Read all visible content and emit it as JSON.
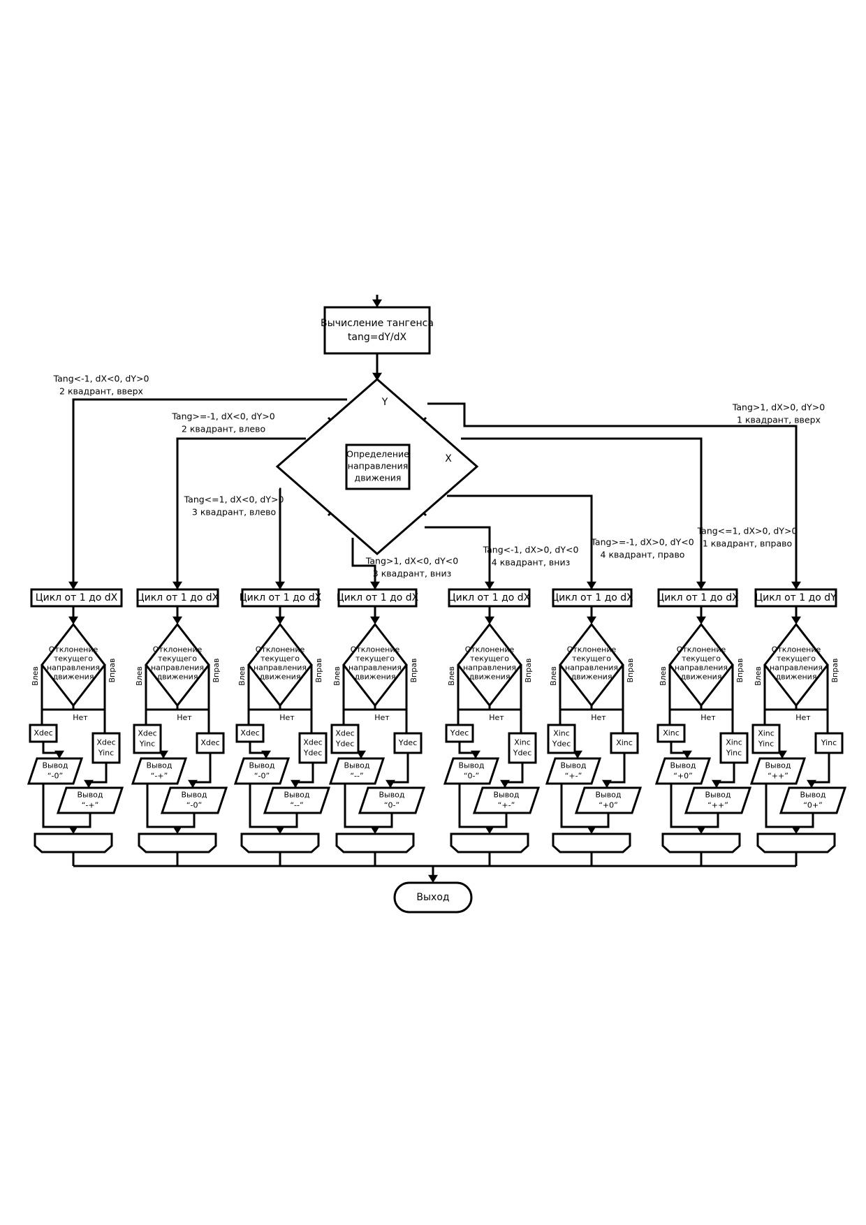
{
  "start": {
    "label_lines": [
      "Вычисление тангенса",
      "tang=dY/dX"
    ]
  },
  "dispatcher": {
    "label_lines": [
      "Определение",
      "направления",
      "движения"
    ],
    "axis_x": "X",
    "axis_y": "Y"
  },
  "branches": [
    {
      "condition": [
        "Tang<-1, dX<0, dY>0",
        "2 квадрант, вверх"
      ],
      "loop": "Цикл от 1 до dX",
      "decision": [
        "Отклонение",
        "текущего",
        "направления",
        "движения"
      ],
      "left_label": "Влев",
      "right_label": "Вправ",
      "no_label": "Нет",
      "left_action": [
        "Xdec"
      ],
      "right_action": [
        "Xdec",
        "Yinc"
      ],
      "left_output": [
        "Вывод",
        "“-0”"
      ],
      "right_output": [
        "Вывод",
        "“-+”"
      ]
    },
    {
      "condition": [
        "Tang>=-1, dX<0, dY>0",
        "2 квадрант, влево"
      ],
      "loop": "Цикл от 1 до dX",
      "decision": [
        "Отклонение",
        "текущего",
        "направления",
        "движения"
      ],
      "left_label": "Влев",
      "right_label": "Вправ",
      "no_label": "Нет",
      "left_action": [
        "Xdec",
        "Yinc"
      ],
      "right_action": [
        "Xdec"
      ],
      "left_output": [
        "Вывод",
        "“-+”"
      ],
      "right_output": [
        "Вывод",
        "“-0”"
      ]
    },
    {
      "condition": [
        "Tang<=1, dX<0, dY>0",
        "3 квадрант, влево"
      ],
      "loop": "Цикл от 1 до dX",
      "decision": [
        "Отклонение",
        "текущего",
        "направления",
        "движения"
      ],
      "left_label": "Влев",
      "right_label": "Вправ",
      "no_label": "Нет",
      "left_action": [
        "Xdec"
      ],
      "right_action": [
        "Xdec",
        "Ydec"
      ],
      "left_output": [
        "Вывод",
        "“-0”"
      ],
      "right_output": [
        "Вывод",
        "“--”"
      ]
    },
    {
      "condition": [
        "Tang>1, dX<0, dY<0",
        "3 квадрант, вниз"
      ],
      "loop": "Цикл от 1 до dX",
      "decision": [
        "Отклонение",
        "текущего",
        "направления",
        "движения"
      ],
      "left_label": "Влев",
      "right_label": "Вправ",
      "no_label": "Нет",
      "left_action": [
        "Xdec",
        "Ydec"
      ],
      "right_action": [
        "Ydec"
      ],
      "left_output": [
        "Вывод",
        "“--”"
      ],
      "right_output": [
        "Вывод",
        "“0-”"
      ]
    },
    {
      "condition": [
        "Tang<-1, dX>0, dY<0",
        "4 квадрант, вниз"
      ],
      "loop": "Цикл от 1 до dX",
      "decision": [
        "Отклонение",
        "текущего",
        "направления",
        "движения"
      ],
      "left_label": "Влев",
      "right_label": "Вправ",
      "no_label": "Нет",
      "left_action": [
        "Ydec"
      ],
      "right_action": [
        "Xinc",
        "Ydec"
      ],
      "left_output": [
        "Вывод",
        "“0-”"
      ],
      "right_output": [
        "Вывод",
        "“+-”"
      ]
    },
    {
      "condition": [
        "Tang>=-1, dX>0, dY<0",
        "4 квадрант, право"
      ],
      "loop": "Цикл от 1 до dX",
      "decision": [
        "Отклонение",
        "текущего",
        "направления",
        "движения"
      ],
      "left_label": "Влев",
      "right_label": "Вправ",
      "no_label": "Нет",
      "left_action": [
        "Xinc",
        "Ydec"
      ],
      "right_action": [
        "Xinc"
      ],
      "left_output": [
        "Вывод",
        "“+-”"
      ],
      "right_output": [
        "Вывод",
        "“+0”"
      ]
    },
    {
      "condition": [
        "Tang<=1, dX>0, dY>0",
        "1 квадрант, вправо"
      ],
      "loop": "Цикл от 1 до dX",
      "decision": [
        "Отклонение",
        "текущего",
        "направления",
        "движения"
      ],
      "left_label": "Влев",
      "right_label": "Вправ",
      "no_label": "Нет",
      "left_action": [
        "Xinc"
      ],
      "right_action": [
        "Xinc",
        "Yinc"
      ],
      "left_output": [
        "Вывод",
        "“+0”"
      ],
      "right_output": [
        "Вывод",
        "“++”"
      ]
    },
    {
      "condition": [
        "Tang>1, dX>0, dY>0",
        "1 квадрант, вверх"
      ],
      "loop": "Цикл от 1 до dY",
      "decision": [
        "Отклонение",
        "текущего",
        "направления",
        "движения"
      ],
      "left_label": "Влев",
      "right_label": "Вправ",
      "no_label": "Нет",
      "left_action": [
        "Xinc",
        "Yinc"
      ],
      "right_action": [
        "Yinc"
      ],
      "left_output": [
        "Вывод",
        "“++”"
      ],
      "right_output": [
        "Вывод",
        "“0+”"
      ]
    }
  ],
  "exit": {
    "label": "Выход"
  }
}
